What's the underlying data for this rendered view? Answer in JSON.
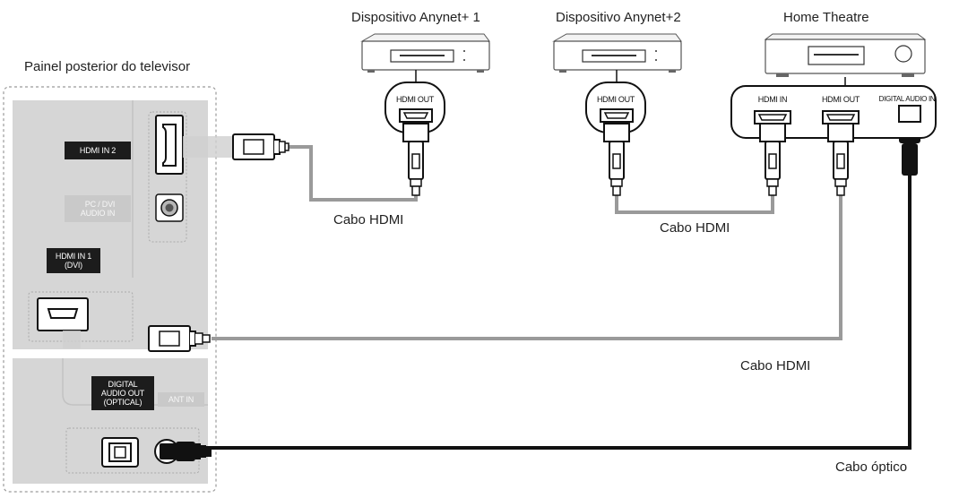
{
  "labels": {
    "tv_panel_title": "Painel posterior do televisor",
    "device1": "Dispositivo Anynet+ 1",
    "device2": "Dispositivo Anynet+2",
    "home_theatre": "Home Theatre",
    "cable_hdmi_1": "Cabo HDMI",
    "cable_hdmi_2": "Cabo HDMI",
    "cable_hdmi_3": "Cabo HDMI",
    "cable_optical": "Cabo óptico"
  },
  "tv_ports": {
    "hdmi_in_2": "HDMI IN 2",
    "pc_dvi_audio_in": "PC / DVI\nAUDIO IN",
    "hdmi_in_1": "HDMI IN 1\n(DVI)",
    "digital_audio_out": "DIGITAL\nAUDIO OUT\n(OPTICAL)",
    "ant_in": "ANT IN"
  },
  "device_ports": {
    "device1_out": "HDMI OUT",
    "device2_out": "HDMI OUT",
    "ht_in": "HDMI IN",
    "ht_out": "HDMI OUT",
    "ht_digital_in": "DIGITAL AUDIO IN"
  },
  "colors": {
    "panel_grey": "#d6d6d6",
    "cable_grey": "#9a9a9a",
    "optical_black": "#111111",
    "label_black": "#1c1c1c"
  }
}
